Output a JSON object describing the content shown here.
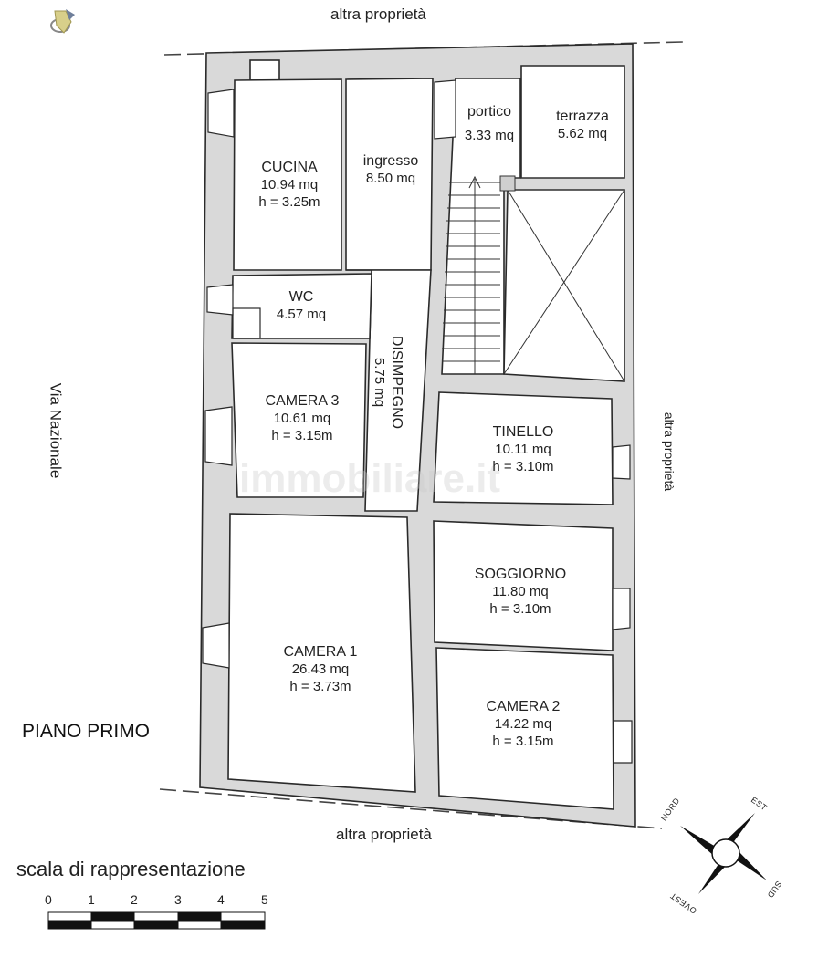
{
  "plan": {
    "floor_title": "PIANO PRIMO",
    "street_label": "Via Nazionale",
    "boundary_labels": {
      "top": "altra proprietà",
      "right": "altra proprietà",
      "bottom": "altra proprietà"
    },
    "watermark": "immobiliare.it",
    "rooms": [
      {
        "id": "cucina",
        "name": "CUCINA",
        "area": "10.94 mq",
        "height": "h = 3.25m"
      },
      {
        "id": "ingresso",
        "name": "ingresso",
        "area": "8.50 mq"
      },
      {
        "id": "portico",
        "name": "portico",
        "area": "3.33 mq"
      },
      {
        "id": "terrazza",
        "name": "terrazza",
        "area": "5.62 mq"
      },
      {
        "id": "wc",
        "name": "WC",
        "area": "4.57 mq"
      },
      {
        "id": "disimpegno",
        "name": "DISIMPEGNO",
        "area": "5.75 mq"
      },
      {
        "id": "camera3",
        "name": "CAMERA 3",
        "area": "10.61 mq",
        "height": "h = 3.15m"
      },
      {
        "id": "tinello",
        "name": "TINELLO",
        "area": "10.11 mq",
        "height": "h = 3.10m"
      },
      {
        "id": "soggiorno",
        "name": "SOGGIORNO",
        "area": "11.80 mq",
        "height": "h = 3.10m"
      },
      {
        "id": "camera1",
        "name": "CAMERA 1",
        "area": "26.43 mq",
        "height": "h = 3.73m"
      },
      {
        "id": "camera2",
        "name": "CAMERA 2",
        "area": "14.22 mq",
        "height": "h = 3.15m"
      }
    ]
  },
  "scale": {
    "title": "scala di rappresentazione",
    "ticks": [
      "0",
      "1",
      "2",
      "3",
      "4",
      "5"
    ]
  },
  "compass": {
    "north": "NORD",
    "east": "EST",
    "south": "SUD",
    "west": "OVEST"
  },
  "colors": {
    "wall_fill": "#d9d9d9",
    "line": "#2a2a2a",
    "room_fill": "#ffffff"
  }
}
